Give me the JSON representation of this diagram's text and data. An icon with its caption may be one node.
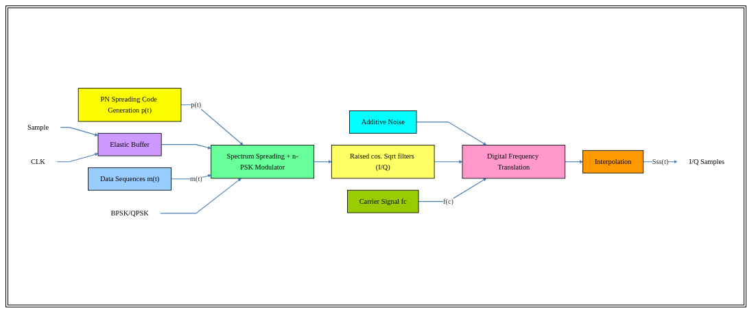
{
  "diagram": {
    "nodes": [
      {
        "text": [
          "PN Spreading Code Generation p(t)"
        ]
      },
      {
        "text": [
          "Sample"
        ]
      },
      {
        "text": [
          "CLK"
        ]
      },
      {
        "text": [
          "Elastic Buffer"
        ]
      },
      {
        "text": [
          "Data Sequences m(t)"
        ]
      },
      {
        "text": [
          "Spectrum Spreading + n-PSK Modulator"
        ]
      },
      {
        "text": [
          "BPSK/QPSK"
        ]
      },
      {
        "text": [
          "Additive Noise"
        ]
      },
      {
        "text": [
          "Raised cos. Sqrt filters (I/Q)"
        ]
      },
      {
        "text": [
          "Carrier Signal fc"
        ]
      },
      {
        "text": [
          "Digital Frequency Translation"
        ]
      },
      {
        "text": [
          "Interpolation"
        ]
      },
      {
        "text": [
          "I/Q Samples"
        ]
      }
    ],
    "edges": [
      {
        "from": 0,
        "to": 5,
        "arrow": "to",
        "label": "p(t)"
      },
      {
        "from": 1,
        "to": 3,
        "arrow": "to"
      },
      {
        "from": 2,
        "to": 3,
        "arrow": "to"
      },
      {
        "from": 3,
        "to": 5,
        "arrow": "to"
      },
      {
        "from": 4,
        "to": 5,
        "arrow": "to",
        "label": "m(t)"
      },
      {
        "from": 6,
        "to": 5,
        "arrow": "to"
      },
      {
        "from": 5,
        "to": 8,
        "arrow": "to"
      },
      {
        "from": 7,
        "to": 10,
        "arrow": "to"
      },
      {
        "from": 8,
        "to": 10,
        "arrow": "to"
      },
      {
        "from": 9,
        "to": 10,
        "arrow": "to",
        "label": "f(c)"
      },
      {
        "from": 10,
        "to": 11,
        "arrow": "to"
      },
      {
        "from": 11,
        "to": 12,
        "arrow": "to",
        "label": "Sss(t)"
      }
    ]
  }
}
